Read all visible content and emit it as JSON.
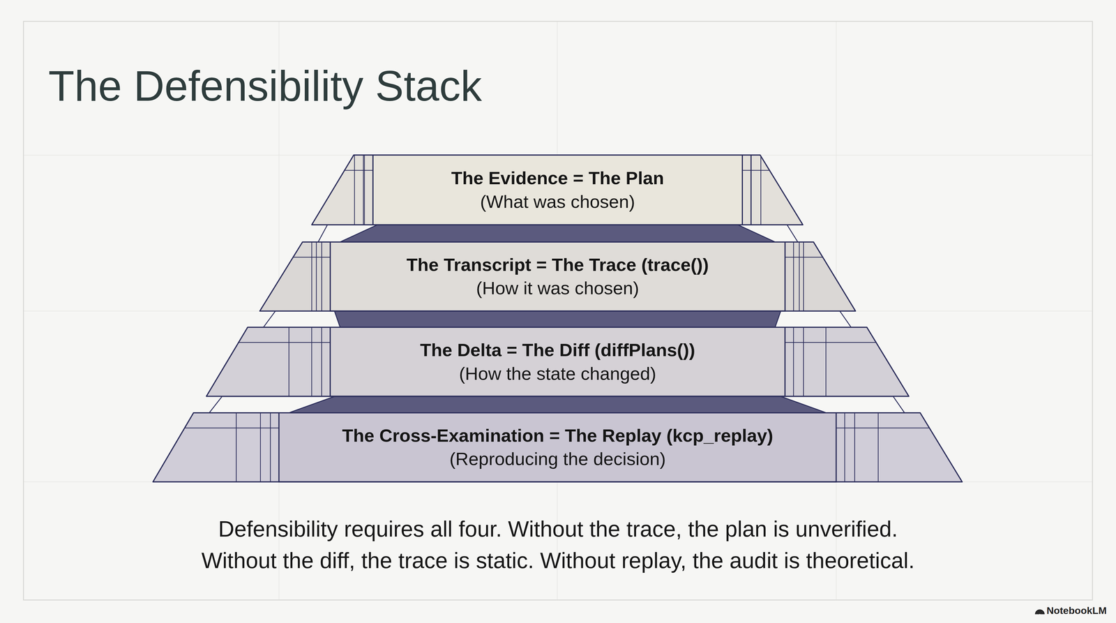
{
  "diagram": {
    "title": "The Defensibility Stack",
    "caption": "Defensibility requires all four. Without the trace, the plan is unverified. Without the diff, the trace is static. Without replay, the audit is theoretical.",
    "nodes": [
      {
        "text": [
          "The Evidence = The Plan",
          "(What was chosen)"
        ]
      },
      {
        "text": [
          "The Transcript = The Trace (trace())",
          "(How it was chosen)"
        ]
      },
      {
        "text": [
          "The Delta = The Diff (diffPlans())",
          "(How the state changed)"
        ]
      },
      {
        "text": [
          "The Cross-Examination = The Replay (kcp_replay)",
          "(Reproducing the decision)"
        ]
      }
    ],
    "labels": [
      "NotebookLM"
    ]
  }
}
